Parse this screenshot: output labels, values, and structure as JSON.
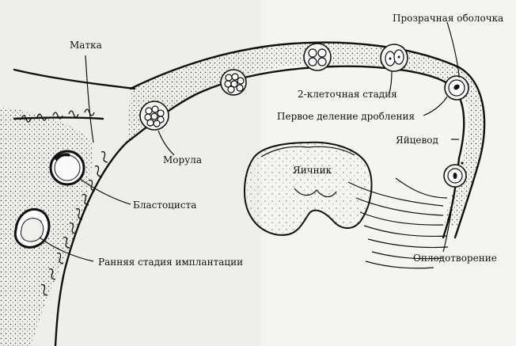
{
  "labels": {
    "uterus": "Матка",
    "morula": "Морула",
    "blastocyst": "Бластоциста",
    "early_implantation": "Ранняя стадия имплантации",
    "two_cell_stage": "2-клеточная стадия",
    "first_cleavage": "Первое деление дробления",
    "oviduct": "Яйцевод",
    "zona_pellucida": "Прозрачная оболочка",
    "ovary": "Яичник",
    "fertilization": "Оплодотворение"
  }
}
